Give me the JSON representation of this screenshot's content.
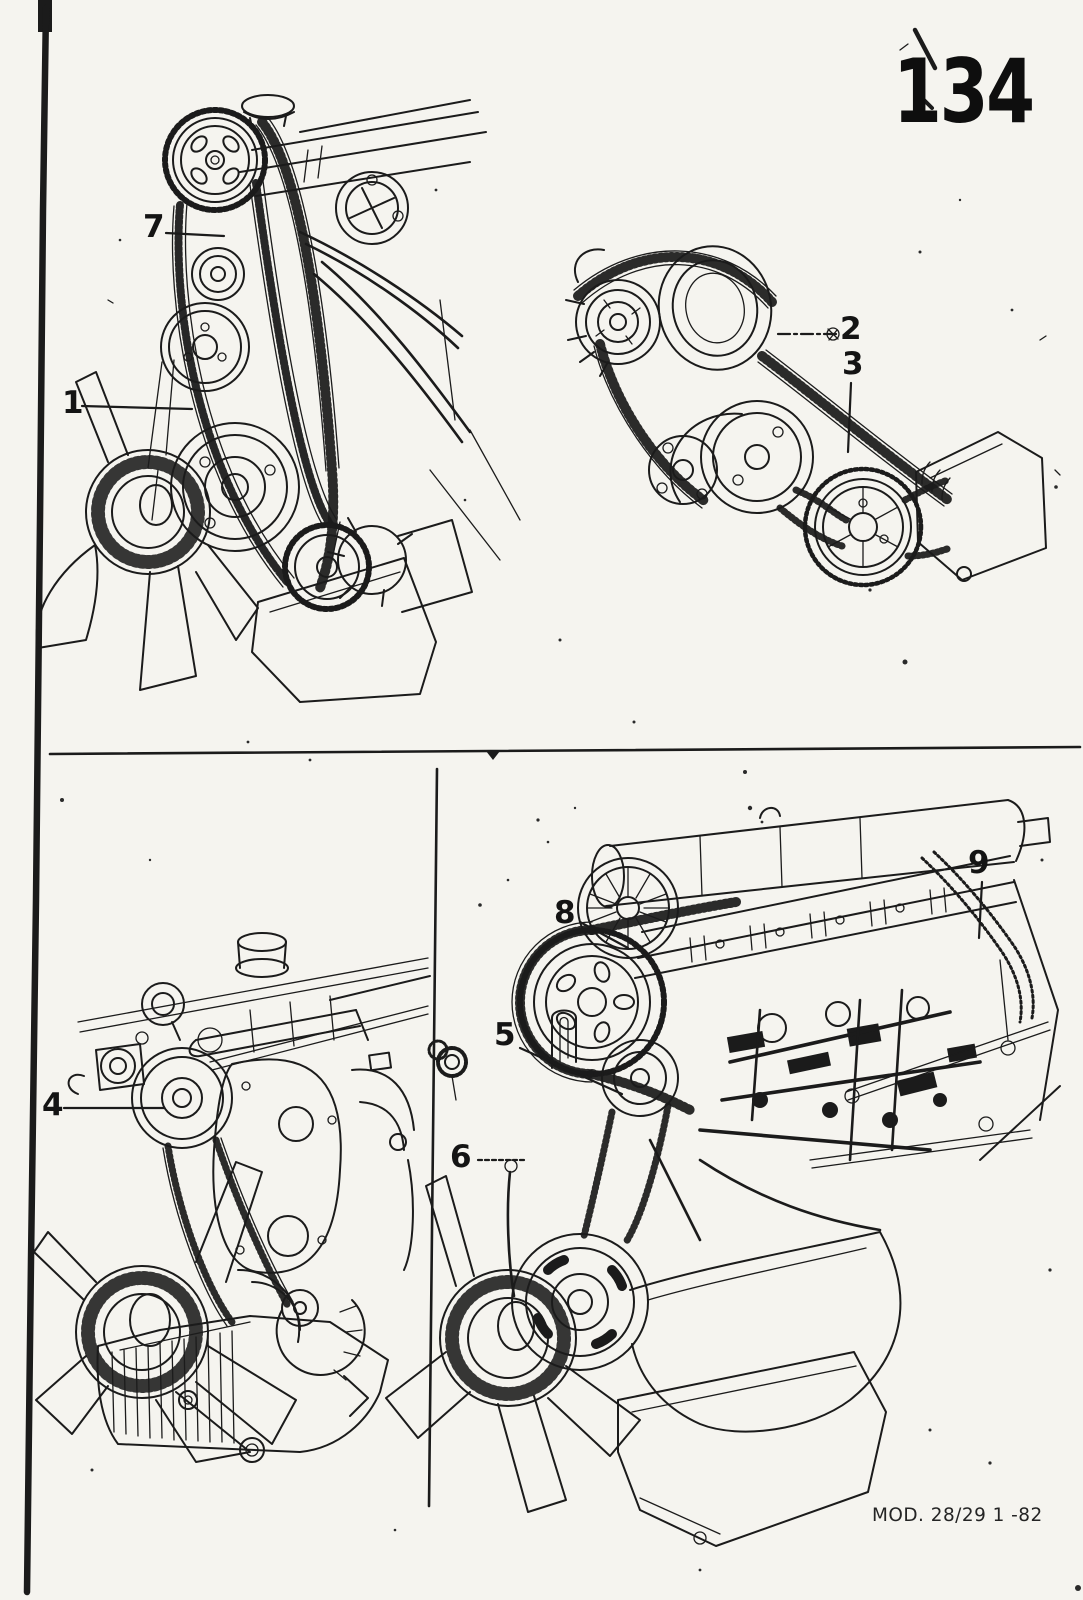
{
  "page": {
    "number": "134",
    "footer_code": "MOD. 28/29 1 -82"
  },
  "callouts": [
    {
      "label": "1"
    },
    {
      "label": "2"
    },
    {
      "label": "3"
    },
    {
      "label": "4"
    },
    {
      "label": "5"
    },
    {
      "label": "6"
    },
    {
      "label": "7"
    },
    {
      "label": "8"
    },
    {
      "label": "9"
    }
  ]
}
